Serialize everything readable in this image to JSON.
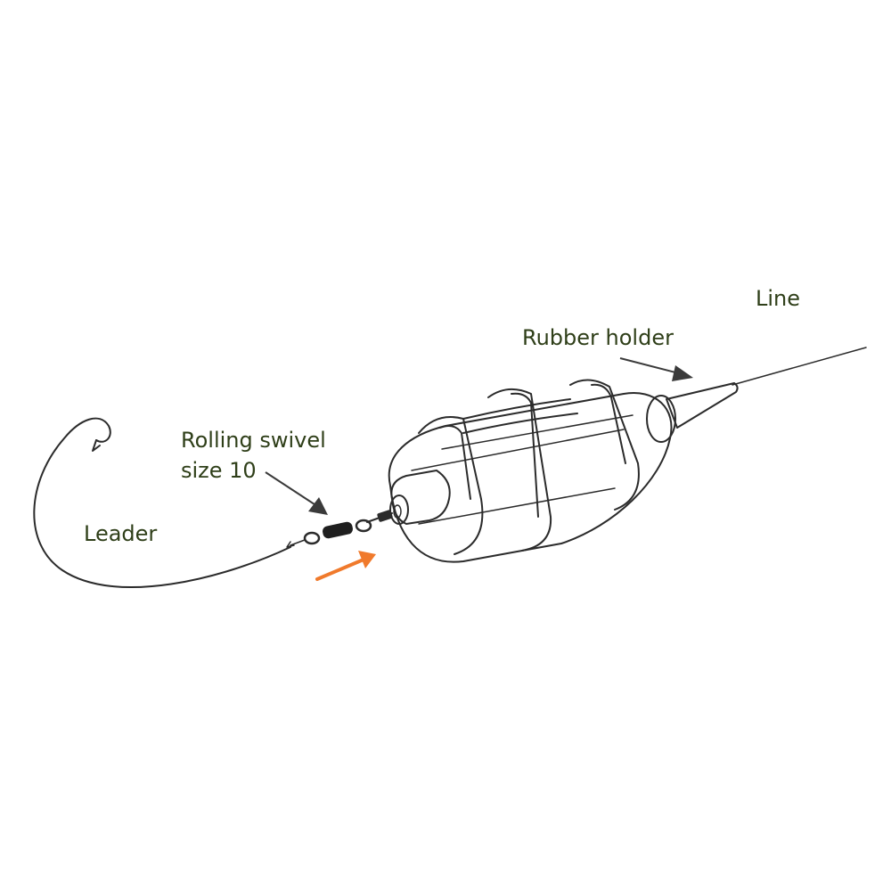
{
  "labels": {
    "line": "Line",
    "rubber_holder": "Rubber holder",
    "rolling_swivel_line1": "Rolling swivel",
    "rolling_swivel_line2": "size 10",
    "leader": "Leader"
  },
  "colors": {
    "label_text": "#2f3f19",
    "ink": "#2b2b2b",
    "highlight_arrow": "#f07a2c",
    "pointer_arrow": "#3a3a3a"
  }
}
